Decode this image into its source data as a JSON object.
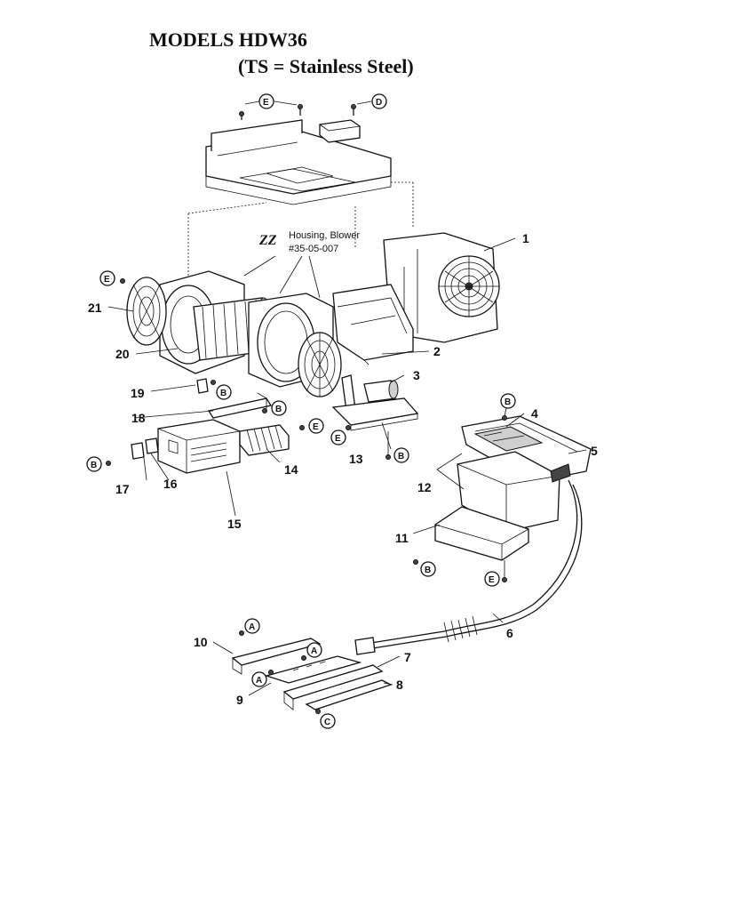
{
  "title": {
    "line1": "MODELS HDW36",
    "line2": "(TS = Stainless Steel)"
  },
  "note": {
    "code": "ZZ",
    "line1": "Housing, Blower",
    "line2": "#35-05-007"
  },
  "part_labels": [
    "1",
    "2",
    "3",
    "4",
    "5",
    "6",
    "7",
    "8",
    "9",
    "10",
    "11",
    "12",
    "13",
    "14",
    "15",
    "16",
    "17",
    "18",
    "19",
    "20",
    "21"
  ],
  "fastener_labels": [
    "A",
    "B",
    "C",
    "D",
    "E"
  ]
}
